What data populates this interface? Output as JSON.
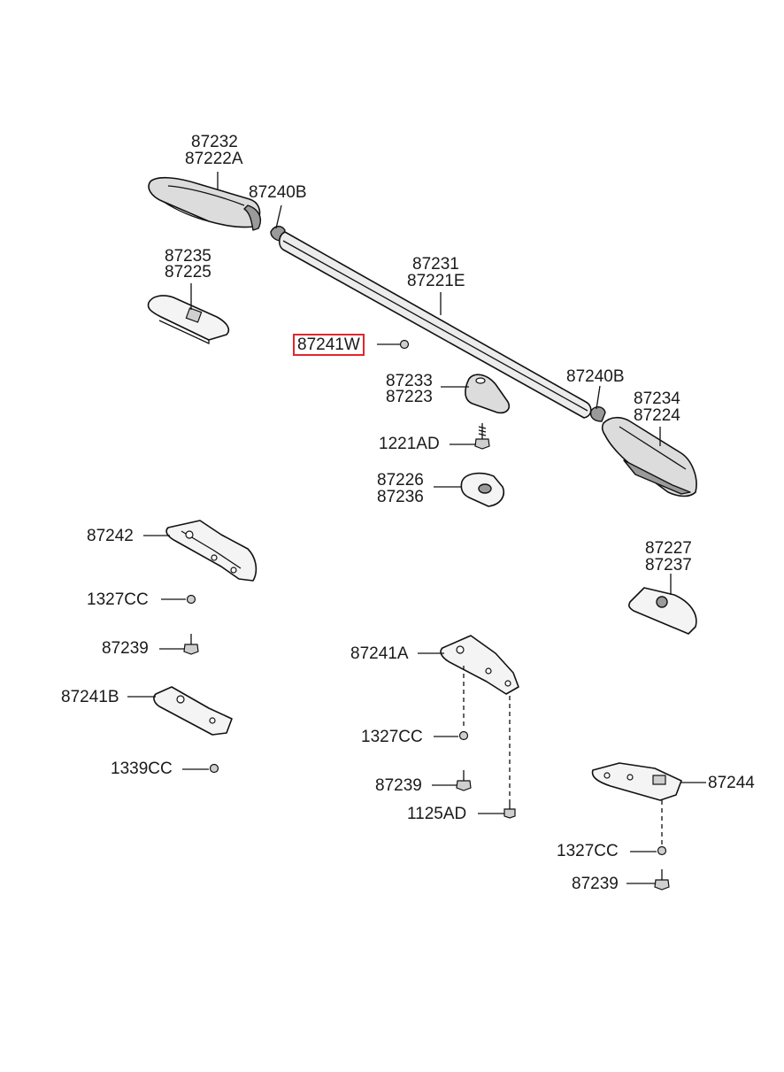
{
  "labels": {
    "l87232": "87232",
    "l87222A": "87222A",
    "l87240B_top": "87240B",
    "l87235": "87235",
    "l87225": "87225",
    "l87231": "87231",
    "l87221E": "87221E",
    "l87241W": "87241W",
    "l87233": "87233",
    "l87223": "87223",
    "l87240B_right": "87240B",
    "l87234": "87234",
    "l87224": "87224",
    "l1221AD": "1221AD",
    "l87226": "87226",
    "l87236": "87236",
    "l87242": "87242",
    "l87227": "87227",
    "l87237": "87237",
    "l1327CC_left": "1327CC",
    "l87239_left": "87239",
    "l87241A": "87241A",
    "l87241B": "87241B",
    "l1327CC_mid": "1327CC",
    "l1339CC": "1339CC",
    "l87239_mid": "87239",
    "l87244": "87244",
    "l1125AD": "1125AD",
    "l1327CC_right": "1327CC",
    "l87239_right": "87239"
  },
  "highlight_color": "#e0262b",
  "highlighted_part": "87241W"
}
